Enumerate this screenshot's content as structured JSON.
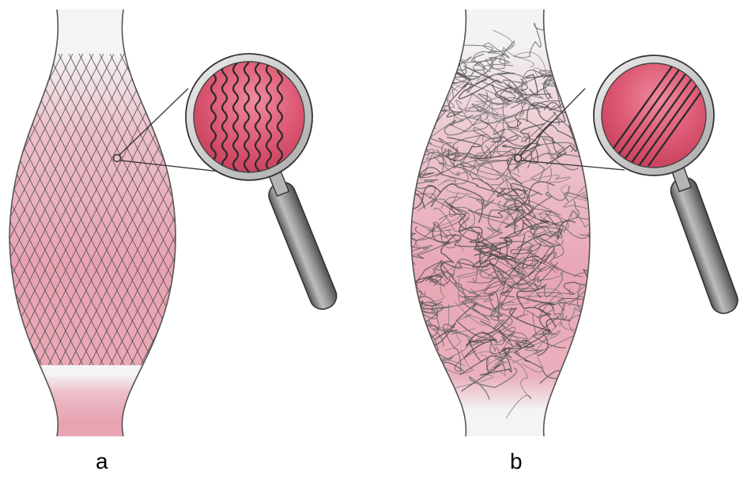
{
  "panels": [
    {
      "label": "a",
      "fiber_pattern": "ordered-lattice",
      "zoom_fibers": "wavy-parallel"
    },
    {
      "label": "b",
      "fiber_pattern": "disordered-tangle",
      "zoom_fibers": "straight-parallel"
    }
  ],
  "colors": {
    "tissue_pink": "#e8a2b2",
    "tissue_pale": "#f3f3f3",
    "fiber_dark": "#4a4a4a",
    "fiber_grey": "#6f6f6f",
    "lens_inner": "#d9506c",
    "lens_rim": "#c8c8c8",
    "handle": "#8f8f8f"
  }
}
